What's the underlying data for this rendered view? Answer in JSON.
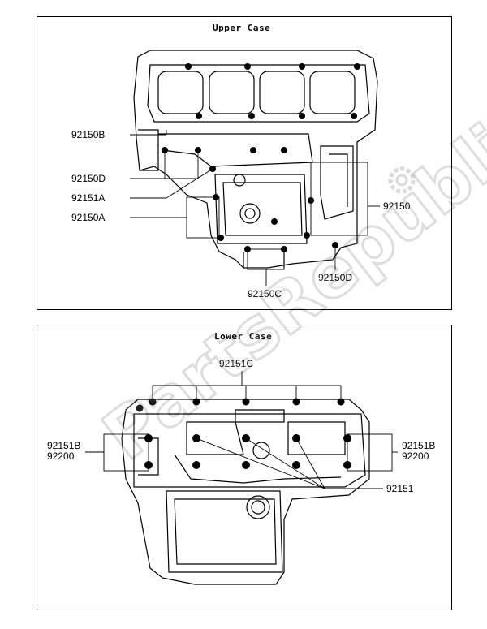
{
  "upper_case": {
    "title": "Upper Case",
    "callouts": {
      "c1": "92150B",
      "c2": "92150D",
      "c3": "92151A",
      "c4": "92150A",
      "c5": "92150",
      "c6": "92150D",
      "c7": "92150C"
    }
  },
  "lower_case": {
    "title": "Lower Case",
    "callouts": {
      "top": "92151C",
      "left_a": "92151B",
      "left_b": "92200",
      "right_a": "92151B",
      "right_b": "92200",
      "right_c": "92151"
    }
  },
  "watermark": {
    "text": "PartsRepublik"
  }
}
